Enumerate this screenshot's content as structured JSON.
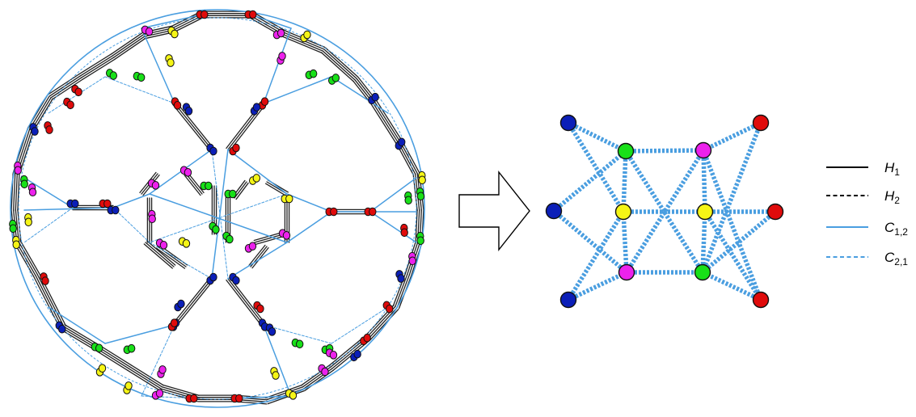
{
  "colors": {
    "blue": "#0b1fb8",
    "green": "#18e018",
    "yellow": "#f5f516",
    "magenta": "#ec22ec",
    "red": "#e00b0b",
    "edge_blue": "#4a9ee0",
    "edge_black": "#222222",
    "outline": "#111111"
  },
  "graph_nodes": [
    {
      "id": "n1",
      "color": "blue"
    },
    {
      "id": "n2",
      "color": "blue"
    },
    {
      "id": "n3",
      "color": "blue"
    },
    {
      "id": "n4",
      "color": "green"
    },
    {
      "id": "n5",
      "color": "magenta"
    },
    {
      "id": "n6",
      "color": "yellow"
    },
    {
      "id": "n7",
      "color": "yellow"
    },
    {
      "id": "n8",
      "color": "magenta"
    },
    {
      "id": "n9",
      "color": "green"
    },
    {
      "id": "n10",
      "color": "red"
    },
    {
      "id": "n11",
      "color": "red"
    },
    {
      "id": "n12",
      "color": "red"
    }
  ],
  "graph_edges": [
    [
      "n1",
      "n4"
    ],
    [
      "n1",
      "n7"
    ],
    [
      "n2",
      "n4"
    ],
    [
      "n2",
      "n8"
    ],
    [
      "n3",
      "n8"
    ],
    [
      "n3",
      "n7"
    ],
    [
      "n4",
      "n5"
    ],
    [
      "n4",
      "n7"
    ],
    [
      "n4",
      "n9"
    ],
    [
      "n8",
      "n9"
    ],
    [
      "n8",
      "n7"
    ],
    [
      "n8",
      "n5"
    ],
    [
      "n7",
      "n6"
    ],
    [
      "n5",
      "n12"
    ],
    [
      "n5",
      "n6"
    ],
    [
      "n9",
      "n10"
    ],
    [
      "n9",
      "n6"
    ],
    [
      "n6",
      "n11"
    ],
    [
      "n6",
      "n12"
    ],
    [
      "n10",
      "n5"
    ],
    [
      "n11",
      "n9"
    ],
    [
      "n12",
      "n9"
    ]
  ],
  "legend": [
    {
      "symbol": "H",
      "sub": "1",
      "style": "solid",
      "color": "edge_black"
    },
    {
      "symbol": "H",
      "sub": "2",
      "style": "dashed",
      "color": "edge_black"
    },
    {
      "symbol": "C",
      "sub": "1,2",
      "style": "solid",
      "color": "edge_blue"
    },
    {
      "symbol": "C",
      "sub": "2,1",
      "style": "dashed",
      "color": "edge_blue"
    }
  ],
  "arrow_icon": "right-arrow-icon"
}
